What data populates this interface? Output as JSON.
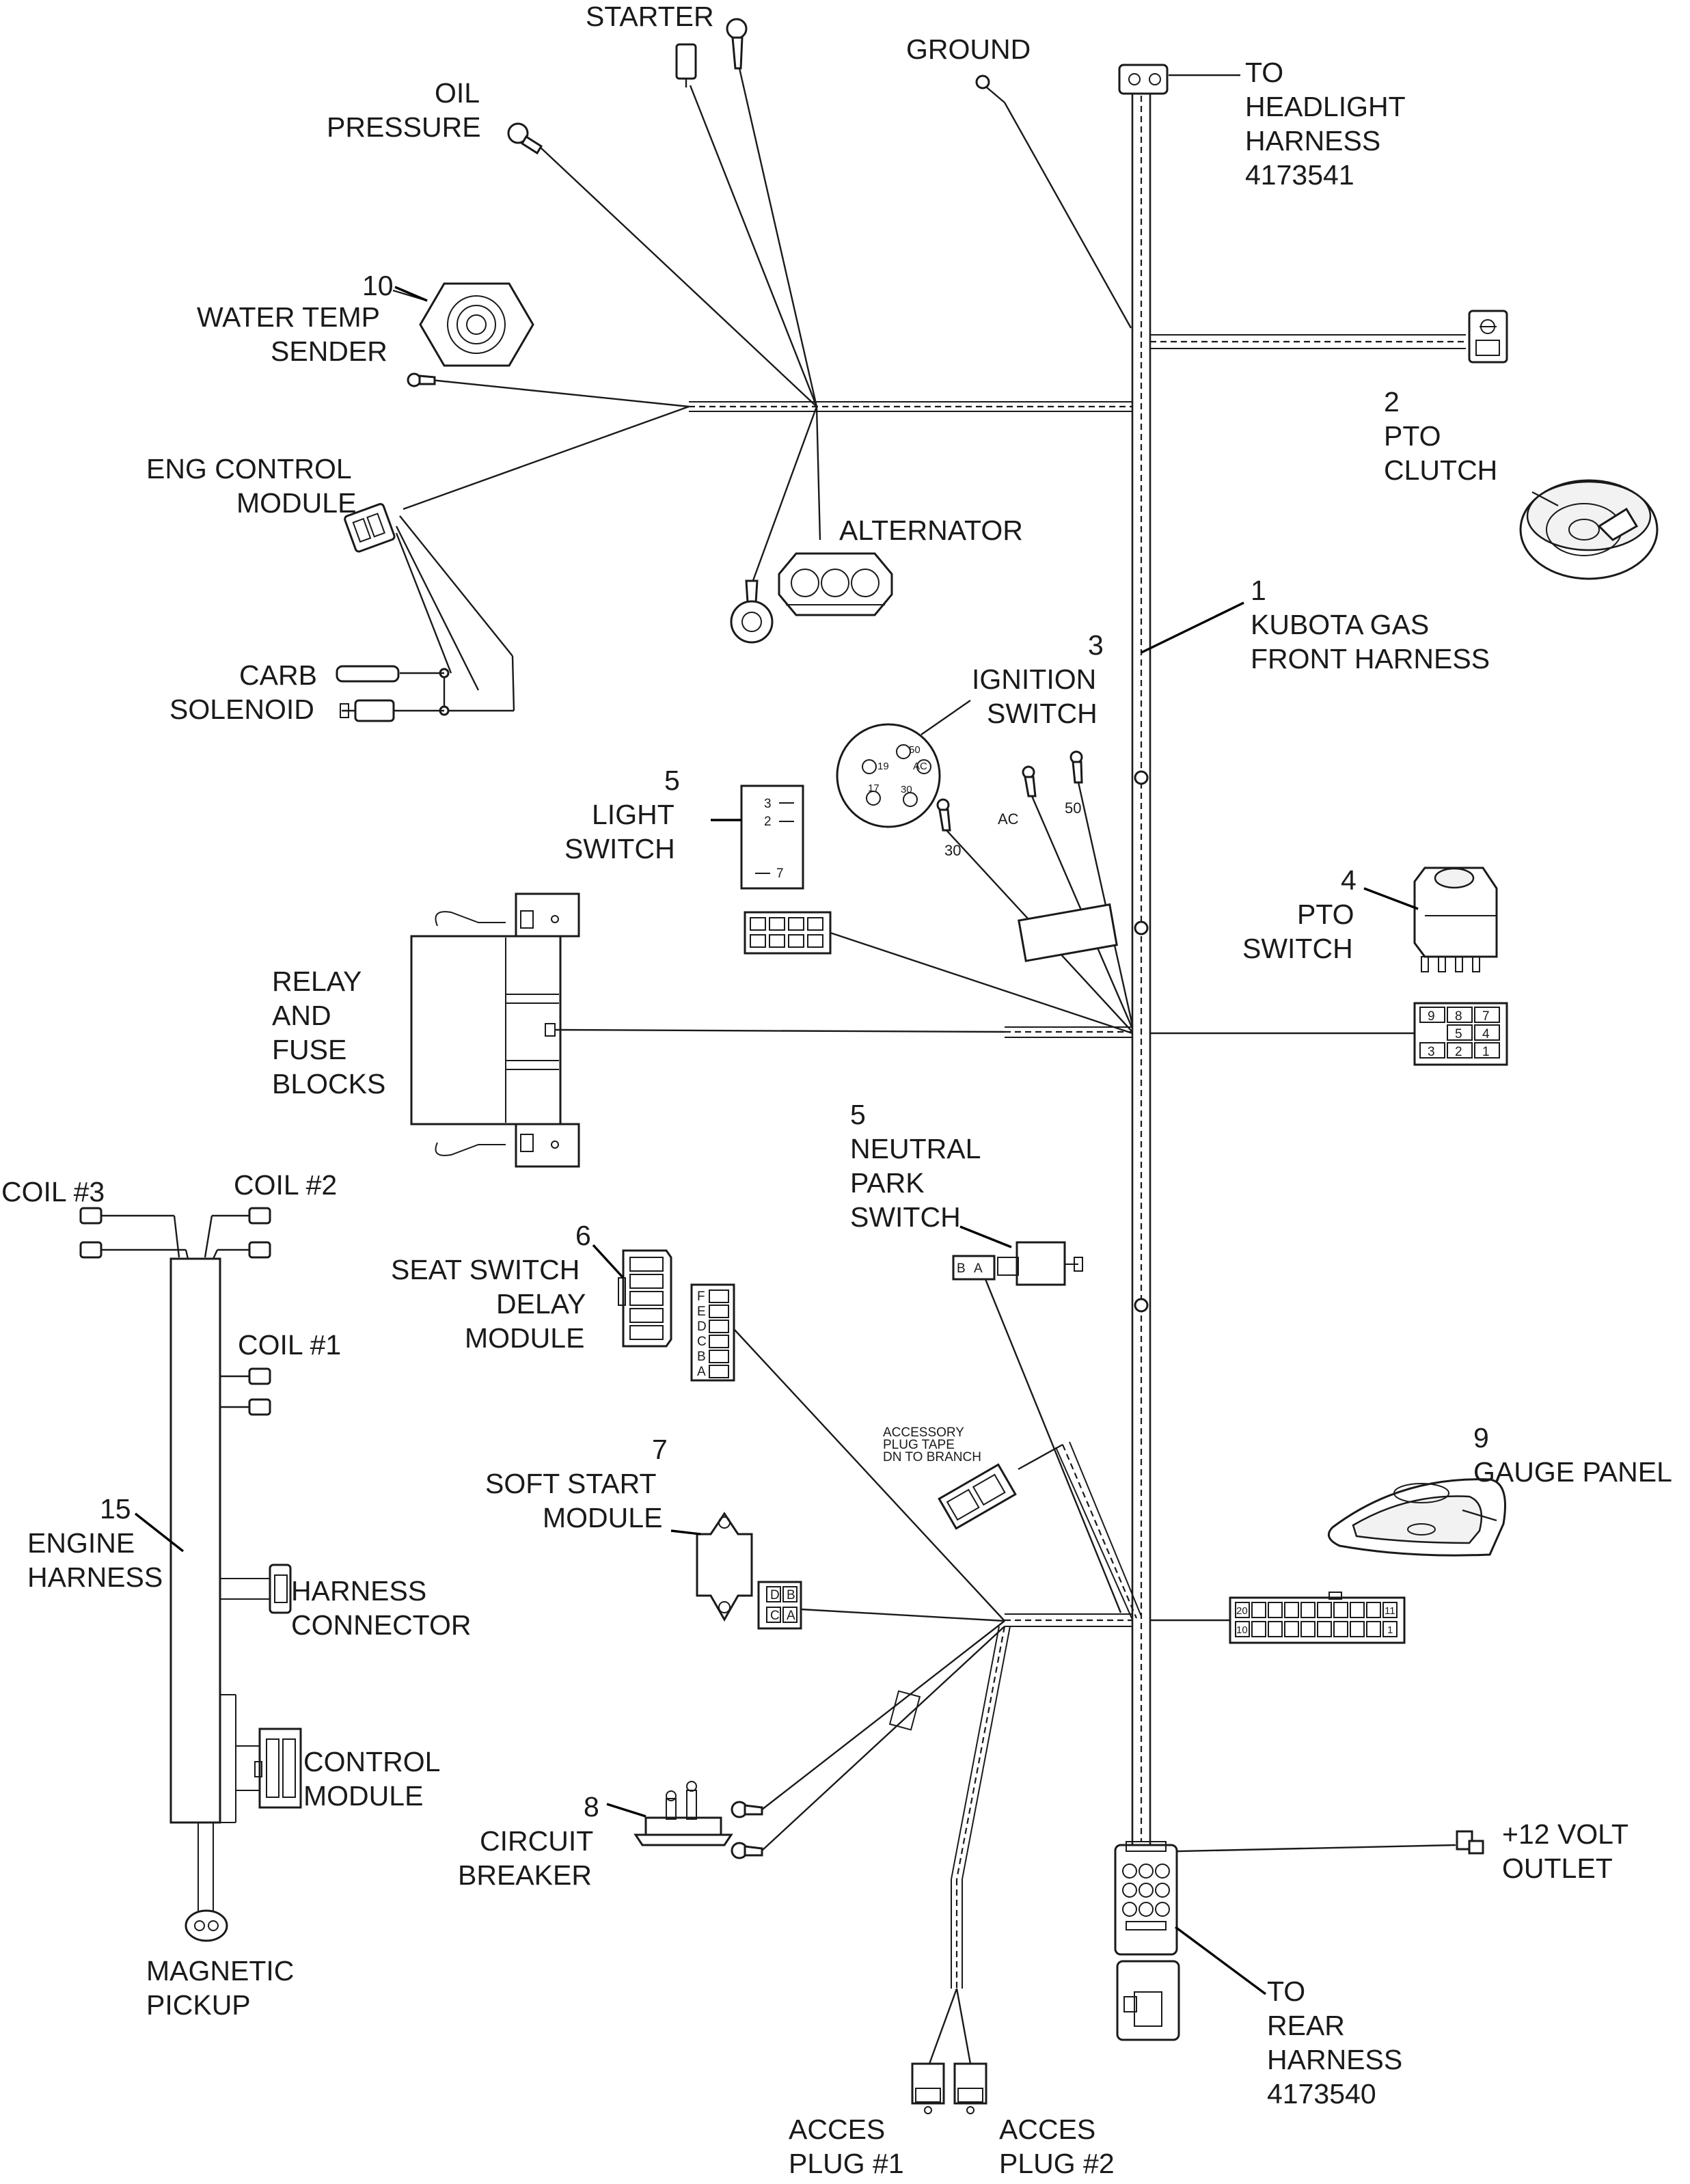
{
  "labels": {
    "starter": "STARTER",
    "ground": "GROUND",
    "oil_pressure_1": "OIL",
    "oil_pressure_2": "PRESSURE",
    "headlight_1": "TO",
    "headlight_2": "HEADLIGHT",
    "headlight_3": "HARNESS",
    "headlight_4": "4173541",
    "water_num": "10",
    "water_1": "WATER TEMP",
    "water_2": "SENDER",
    "pto_clutch_num": "2",
    "pto_clutch_1": "PTO",
    "pto_clutch_2": "CLUTCH",
    "ecm_1": "ENG CONTROL",
    "ecm_2": "MODULE",
    "alternator": "ALTERNATOR",
    "kubota_num": "1",
    "kubota_1": "KUBOTA GAS",
    "kubota_2": "FRONT HARNESS",
    "ign_num": "3",
    "ign_1": "IGNITION",
    "ign_2": "SWITCH",
    "carb_1": "CARB",
    "carb_2": "SOLENOID",
    "light_num": "5",
    "light_1": "LIGHT",
    "light_2": "SWITCH",
    "pto_switch_num": "4",
    "pto_switch_1": "PTO",
    "pto_switch_2": "SWITCH",
    "relay_1": "RELAY",
    "relay_2": "AND",
    "relay_3": "FUSE",
    "relay_4": "BLOCKS",
    "neutral_num": "5",
    "neutral_1": "NEUTRAL",
    "neutral_2": "PARK",
    "neutral_3": "SWITCH",
    "coil3": "COIL #3",
    "coil2": "COIL #2",
    "coil1": "COIL #1",
    "seat_num": "6",
    "seat_1": "SEAT SWITCH",
    "seat_2": "DELAY",
    "seat_3": "MODULE",
    "accessory_1": "ACCESSORY",
    "accessory_2": "PLUG TAPE",
    "accessory_3": "DN TO BRANCH",
    "gauge_num": "9",
    "gauge_1": "GAUGE PANEL",
    "engine_num": "15",
    "engine_1": "ENGINE",
    "engine_2": "HARNESS",
    "soft_num": "7",
    "soft_1": "SOFT START",
    "soft_2": "MODULE",
    "hconn_1": "HARNESS",
    "hconn_2": "CONNECTOR",
    "control_1": "CONTROL",
    "control_2": "MODULE",
    "breaker_num": "8",
    "breaker_1": "CIRCUIT",
    "breaker_2": "BREAKER",
    "outlet_1": "+12 VOLT",
    "outlet_2": "OUTLET",
    "rear_1": "TO",
    "rear_2": "REAR",
    "rear_3": "HARNESS",
    "rear_4": "4173540",
    "magnetic_1": "MAGNETIC",
    "magnetic_2": "PICKUP",
    "acc1_1": "ACCES",
    "acc1_2": "PLUG #1",
    "acc2_1": "ACCES",
    "acc2_2": "PLUG #2"
  },
  "terminals": {
    "t30": "30",
    "tac": "AC",
    "t50": "50"
  },
  "ignition_pins": {
    "p50": "50",
    "p19": "19",
    "pac": "AC",
    "p17": "17",
    "p30": "30"
  },
  "light_switch_pins": {
    "p3": "3",
    "p2": "2",
    "p7": "7"
  },
  "pto_connector_pins": [
    "9",
    "8",
    "7",
    "5",
    "4",
    "3",
    "2",
    "1"
  ],
  "seat_pins": [
    "F",
    "E",
    "D",
    "C",
    "B",
    "A"
  ],
  "neutral_pins": {
    "b": "B",
    "a": "A"
  },
  "soft_pins": {
    "d": "D",
    "b": "B",
    "c": "C",
    "a": "A"
  },
  "gauge_connector_pins": {
    "p20": "20",
    "p10": "10",
    "p11": "11",
    "p1": "1"
  }
}
